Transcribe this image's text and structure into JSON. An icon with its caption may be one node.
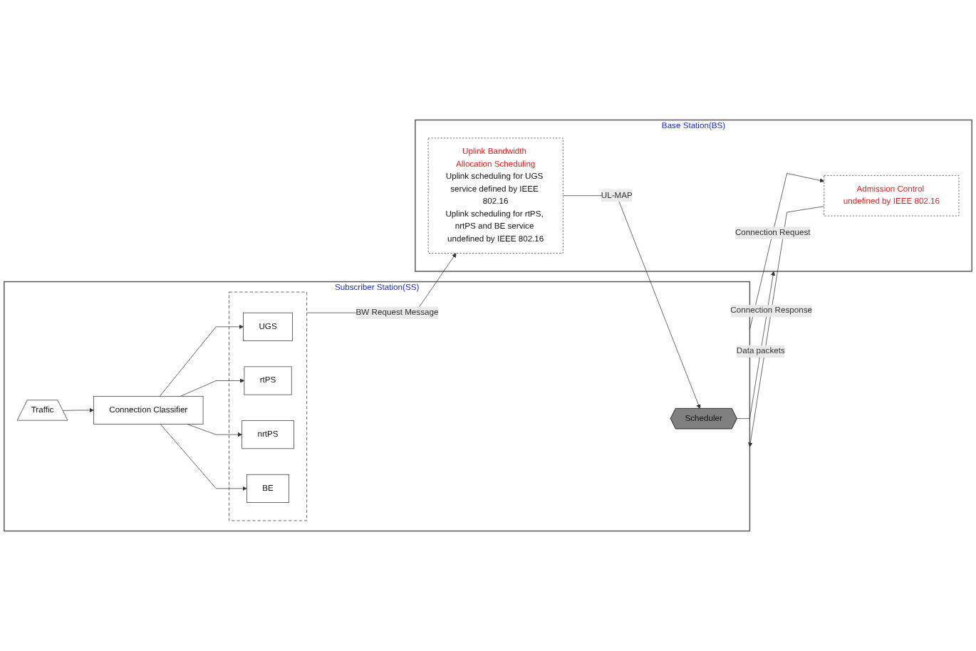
{
  "diagram": {
    "nodes": [
      {
        "text": [
          "Subscriber Station(SS)"
        ]
      },
      {
        "text": [
          "Traffic"
        ],
        "in": 0
      },
      {
        "text": [
          "Connection Classifier"
        ],
        "in": 0
      },
      {
        "text": [],
        "shape": "box",
        "in": 0
      },
      {
        "text": [
          "UGS"
        ],
        "in": 3
      },
      {
        "text": [
          "rtPS"
        ],
        "in": 3
      },
      {
        "text": [
          "nrtPS"
        ],
        "in": 3
      },
      {
        "text": [
          "BE"
        ],
        "in": 3
      },
      {
        "text": [
          "Scheduler"
        ],
        "in": 0
      },
      {
        "text": [
          "Base Station(BS)"
        ]
      },
      {
        "text": [
          "Admission Control undefined by IEEE 802.16"
        ],
        "in": 9
      },
      {
        "text": [
          "Uplink Bandwidth Allocation Scheduling",
          "Uplink scheduling for UGS service defined by IEEE 802.16",
          "Uplink scheduling for rtPS, nrtPS and BE service undefined by IEEE 802.16"
        ],
        "in": 9
      }
    ],
    "edges": [
      {
        "from": 1,
        "to": 2,
        "arrow": "to"
      },
      {
        "from": 2,
        "to": 4,
        "arrow": "to"
      },
      {
        "from": 2,
        "to": 5,
        "arrow": "to"
      },
      {
        "from": 2,
        "to": 6,
        "arrow": "to"
      },
      {
        "from": 2,
        "to": 7,
        "arrow": "to"
      },
      {
        "from": 0,
        "to": 10,
        "label": "Connection Request",
        "arrow": "to"
      },
      {
        "from": 10,
        "to": 0,
        "label": "Connection Response",
        "arrow": "to"
      },
      {
        "from": 3,
        "to": 11,
        "label": "BW Request Message",
        "arrow": "to"
      },
      {
        "from": 11,
        "to": 8,
        "label": "UL-MAP",
        "arrow": "to"
      },
      {
        "from": 8,
        "to": 9,
        "label": "Data packets",
        "arrow": "to"
      }
    ]
  }
}
